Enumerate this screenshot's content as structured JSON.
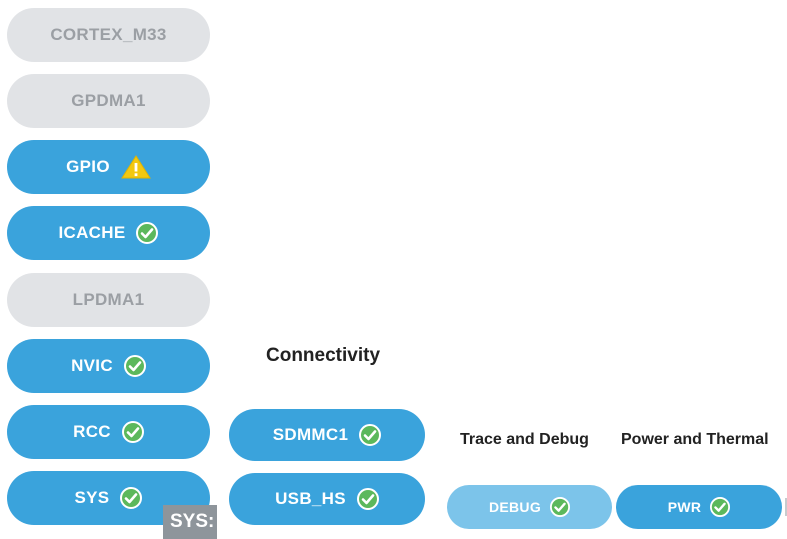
{
  "components": [
    {
      "label": "CORTEX_M33",
      "state": "disabled",
      "status": "none"
    },
    {
      "label": "GPDMA1",
      "state": "disabled",
      "status": "none"
    },
    {
      "label": "GPIO",
      "state": "enabled",
      "status": "warning"
    },
    {
      "label": "ICACHE",
      "state": "enabled",
      "status": "ok"
    },
    {
      "label": "LPDMA1",
      "state": "disabled",
      "status": "none"
    },
    {
      "label": "NVIC",
      "state": "enabled",
      "status": "ok"
    },
    {
      "label": "RCC",
      "state": "enabled",
      "status": "ok"
    },
    {
      "label": "SYS",
      "state": "enabled",
      "status": "ok"
    }
  ],
  "connectivity": {
    "title": "Connectivity",
    "items": [
      {
        "label": "SDMMC1",
        "status": "ok"
      },
      {
        "label": "USB_HS",
        "status": "ok"
      }
    ]
  },
  "trace_debug": {
    "title": "Trace and Debug",
    "items": [
      {
        "label": "DEBUG",
        "status": "ok"
      }
    ]
  },
  "power_thermal": {
    "title": "Power and Thermal",
    "items": [
      {
        "label": "PWR",
        "status": "ok"
      }
    ]
  },
  "tooltip": {
    "text": "SYS:"
  },
  "colors": {
    "enabled": "#3aa3dc",
    "enabled_light": "#7cc4ea",
    "disabled": "#e1e3e6",
    "ok_icon": "#5cb85c",
    "warning_icon": "#f2c811"
  },
  "icons": {
    "ok": "check-circle-icon",
    "warning": "warning-triangle-icon"
  }
}
